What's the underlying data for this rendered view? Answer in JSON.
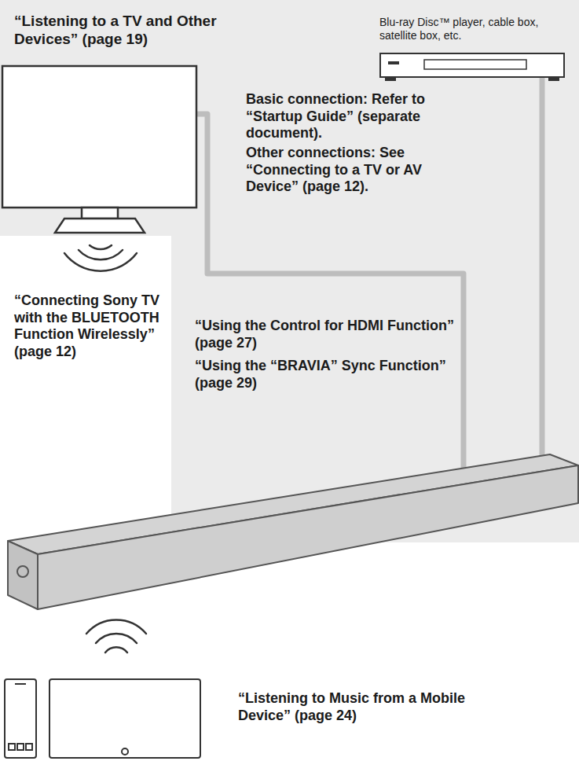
{
  "diagram": {
    "labels": [
      "“Listening to a TV and Other Devices” (page 19)",
      "Blu-ray Disc™ player, cable box, satellite box, etc.",
      "Basic connection: Refer to “Startup Guide” (separate document).",
      "Other connections: See “Connecting to a TV or AV Device” (page 12).",
      "“Connecting Sony TV with the BLUETOOTH Function Wirelessly” (page 12)",
      "“Using the Control for HDMI Function” (page 27)",
      "“Using the “BRAVIA” Sync Function” (page 29)",
      "“Listening to Music from a Mobile Device” (page 24)"
    ]
  }
}
